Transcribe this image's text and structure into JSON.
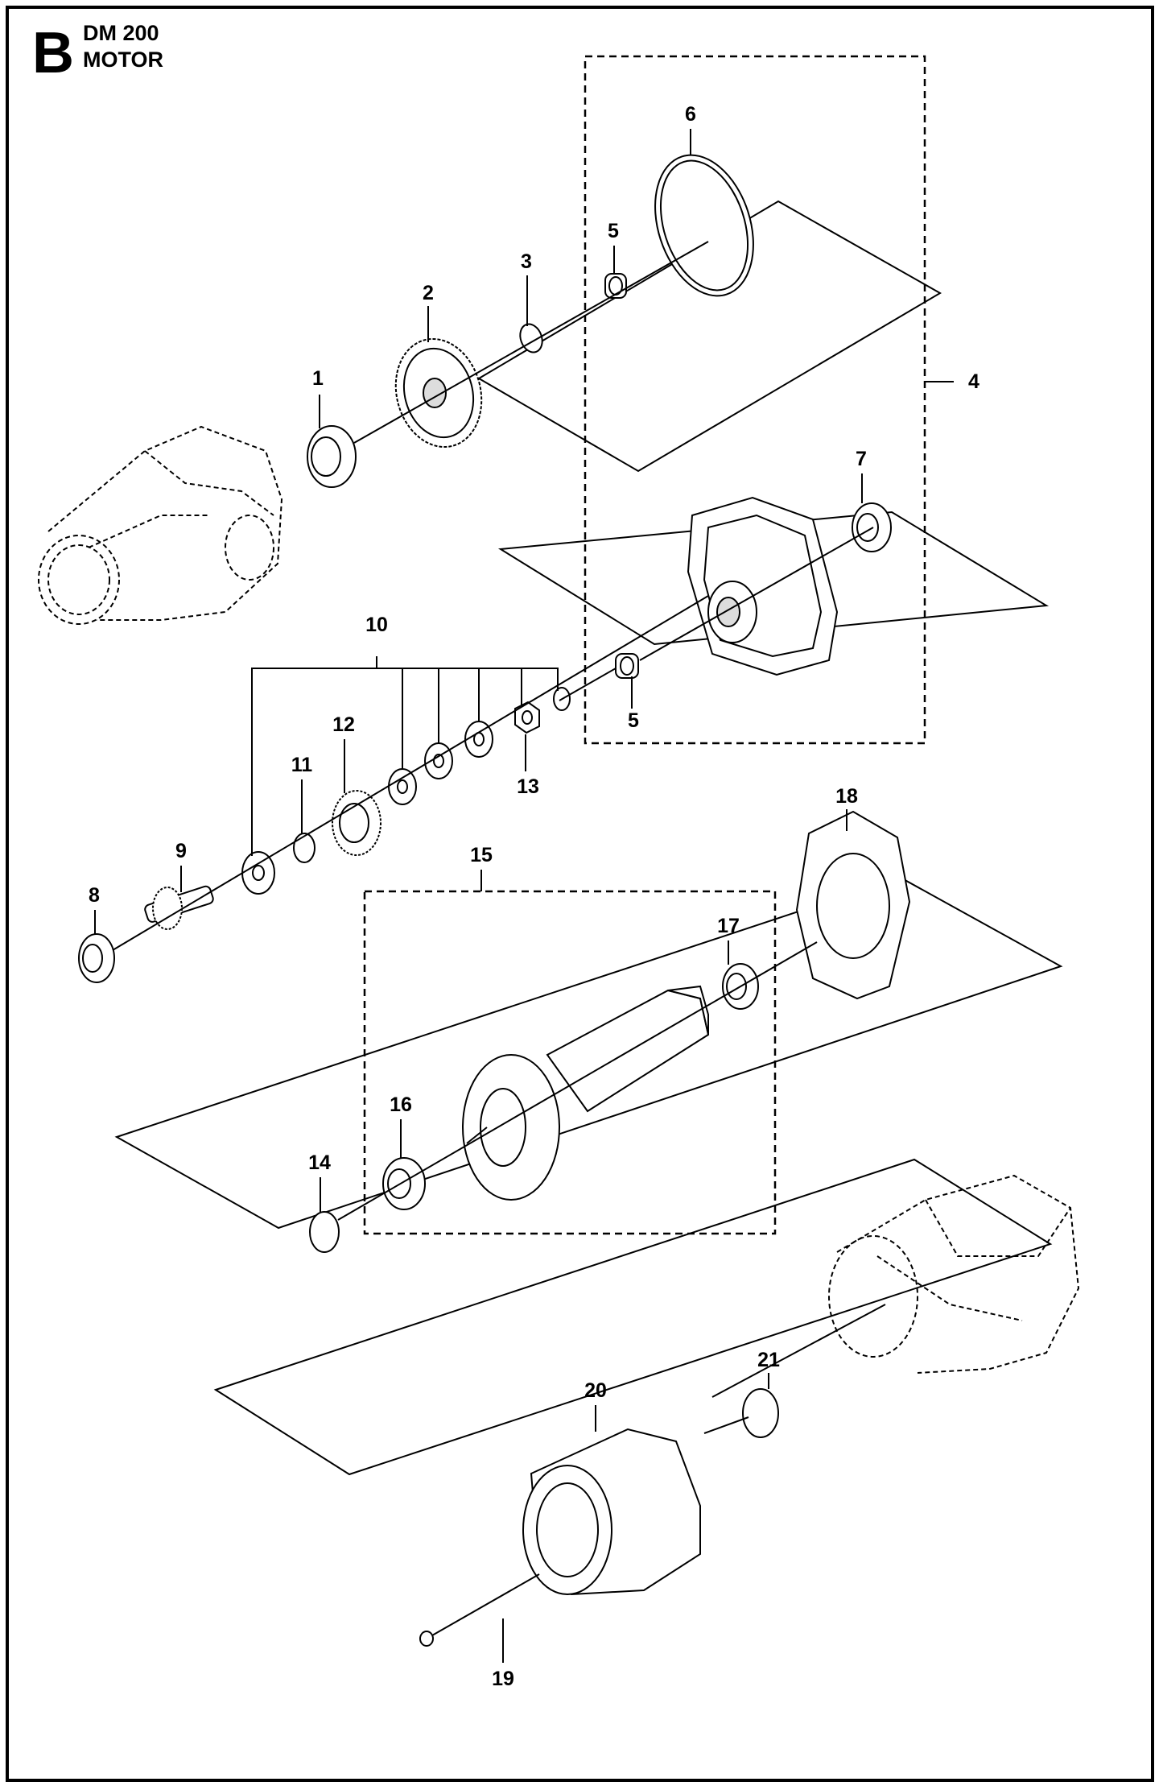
{
  "header": {
    "section_letter": "B",
    "model": "DM 200",
    "assembly": "MOTOR"
  },
  "callouts": {
    "c1": "1",
    "c2": "2",
    "c3": "3",
    "c4": "4",
    "c5a": "5",
    "c5b": "5",
    "c6": "6",
    "c7": "7",
    "c8": "8",
    "c9": "9",
    "c10": "10",
    "c11": "11",
    "c12": "12",
    "c13": "13",
    "c14": "14",
    "c15": "15",
    "c16": "16",
    "c17": "17",
    "c18": "18",
    "c19": "19",
    "c20": "20",
    "c21": "21"
  }
}
